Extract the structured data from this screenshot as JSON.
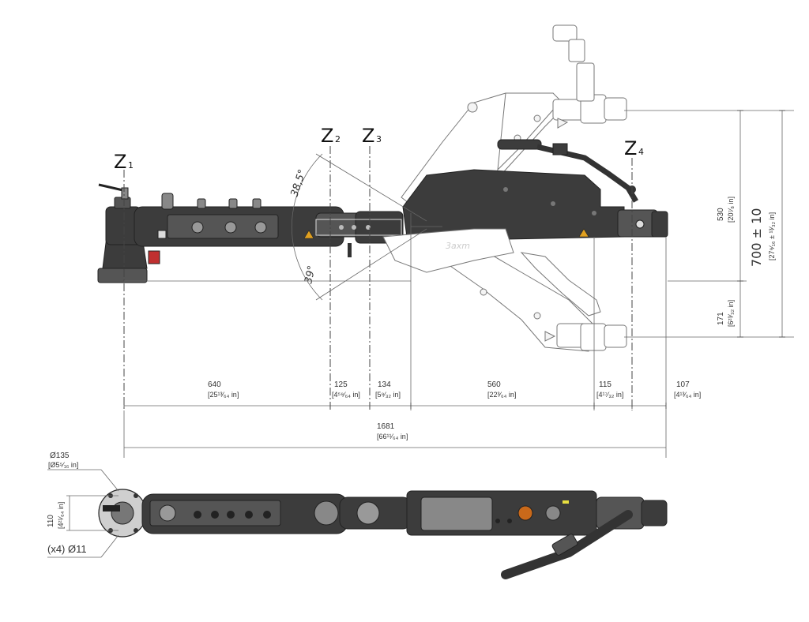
{
  "zones": [
    {
      "letter": "Z",
      "sub": "1"
    },
    {
      "letter": "Z",
      "sub": "2"
    },
    {
      "letter": "Z",
      "sub": "3"
    },
    {
      "letter": "Z",
      "sub": "4"
    }
  ],
  "angles": {
    "upper": "38,5°",
    "lower": "39°"
  },
  "brand": "3axm",
  "horizontal_dims": [
    {
      "mm": "640",
      "in": "[25¹³⁄₆₄ in]"
    },
    {
      "mm": "125",
      "in": "[4⁵⁹⁄₆₄ in]"
    },
    {
      "mm": "134",
      "in": "[5⁹⁄₃₂ in]"
    },
    {
      "mm": "560",
      "in": "[22³⁄₆₄ in]"
    },
    {
      "mm": "115",
      "in": "[4¹⁷⁄₃₂ in]"
    },
    {
      "mm": "107",
      "in": "[4¹³⁄₆₄ in]"
    }
  ],
  "total_dim": {
    "mm": "1681",
    "in": "[66¹¹⁄₆₄ in]"
  },
  "vertical_dims": [
    {
      "mm": "530",
      "in": "[20⁷⁄₈ in]"
    },
    {
      "mm": "171",
      "in": "[6²³⁄₃₂ in]"
    }
  ],
  "overall_height": {
    "main": "700 ± 10",
    "in": "[27⁹⁄₁₆ ± ¹³⁄₃₂ in]"
  },
  "base_dims": {
    "diameter": "Ø135",
    "diameter_in": "[Ø5⁵⁄₁₆ in]",
    "width": "110",
    "width_in": "[4²¹⁄₆₄ in]",
    "holes": "(x4)  Ø11"
  }
}
